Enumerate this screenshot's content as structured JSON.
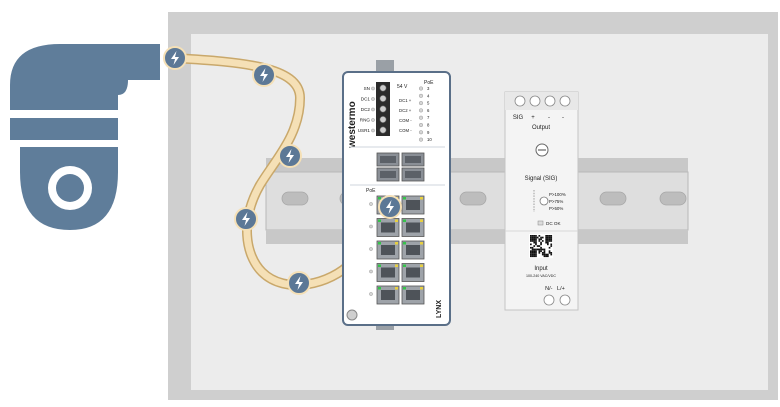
{
  "colors": {
    "enclosure_frame": "#cfcfcf",
    "enclosure_panel": "#ececec",
    "camera": "#5f7d9a",
    "cable": "#f2d9a8",
    "cable_edge": "#c9a86b",
    "poe_badge": "#5c7896",
    "switch_body": "#ffffff",
    "switch_outline": "#5a6f88",
    "psu_body": "#f4f4f4",
    "port_led_green": "#35c44a",
    "port_led_yellow": "#e8d040"
  },
  "icons": {
    "camera": "ptz-dome-camera-icon",
    "poe": "lightning-bolt-icon"
  },
  "switch": {
    "brand": "westermo",
    "model": "LYNX",
    "terminal_labels": [
      "SN",
      "DC1",
      "DC2",
      "RNG",
      "USR1"
    ],
    "voltage_label": "54 V",
    "terminal_right_labels": [
      "DC1 +",
      "DC2 +",
      "COM -",
      "COM -"
    ],
    "poe_header": "PoE",
    "led_numbers": [
      "3",
      "4",
      "5",
      "6",
      "7",
      "8",
      "9",
      "10"
    ],
    "ports_label": "PoE"
  },
  "psu": {
    "terminal_signs": [
      "SIG",
      "+",
      "-",
      "-"
    ],
    "output_label": "Output",
    "signal_label": "Signal (SIG)",
    "load_levels": [
      "P>100%",
      "P>75%",
      "P>50%"
    ],
    "dc_ok_label": "DC OK",
    "input_label": "Input",
    "input_range": "100-240 VAC/VDC",
    "input_terminals": "N/-   L/+"
  }
}
